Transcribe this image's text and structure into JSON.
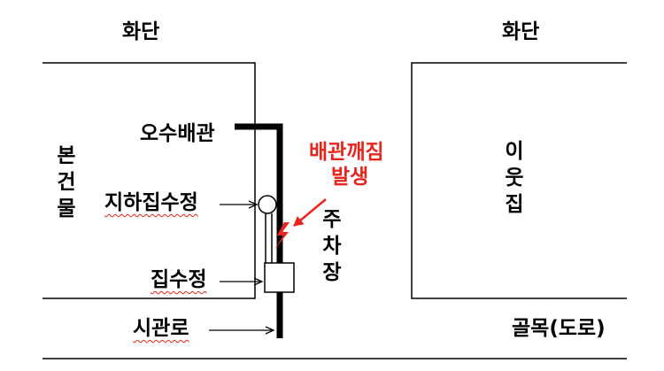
{
  "labels": {
    "flowerbed_left": "화단",
    "flowerbed_right": "화단",
    "main_building": "본건물",
    "neighbor_house": "이웃집",
    "sewage_pipe": "오수배관",
    "underground_sump": "지하집수정",
    "sump": "집수정",
    "city_pipe": "시관로",
    "parking_lot": "주차장",
    "alley_road": "골목(도로)",
    "pipe_break_line1": "배관깨짐",
    "pipe_break_line2": "발생"
  },
  "colors": {
    "line": "#000000",
    "alert": "#e8241c",
    "spellcheck": "#e8241c"
  },
  "icons": {
    "break_marker": "lightning-bolt-icon"
  }
}
